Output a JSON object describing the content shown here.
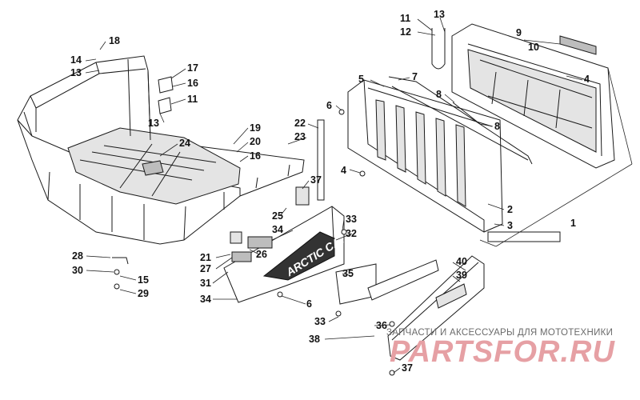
{
  "callouts": [
    {
      "id": "c11a",
      "text": "11"
    },
    {
      "id": "c13a",
      "text": "13"
    },
    {
      "id": "c12",
      "text": "12"
    },
    {
      "id": "c9",
      "text": "9"
    },
    {
      "id": "c10",
      "text": "10"
    },
    {
      "id": "c4a",
      "text": "4"
    },
    {
      "id": "c7",
      "text": "7"
    },
    {
      "id": "c5",
      "text": "5"
    },
    {
      "id": "c8a",
      "text": "8"
    },
    {
      "id": "c8b",
      "text": "8"
    },
    {
      "id": "c6a",
      "text": "6"
    },
    {
      "id": "c4b",
      "text": "4"
    },
    {
      "id": "c2",
      "text": "2"
    },
    {
      "id": "c3",
      "text": "3"
    },
    {
      "id": "c1",
      "text": "1"
    },
    {
      "id": "c18",
      "text": "18"
    },
    {
      "id": "c14",
      "text": "14"
    },
    {
      "id": "c13b",
      "text": "13"
    },
    {
      "id": "c17",
      "text": "17"
    },
    {
      "id": "c16a",
      "text": "16"
    },
    {
      "id": "c11b",
      "text": "11"
    },
    {
      "id": "c13c",
      "text": "13"
    },
    {
      "id": "c24",
      "text": "24"
    },
    {
      "id": "c19",
      "text": "19"
    },
    {
      "id": "c20",
      "text": "20"
    },
    {
      "id": "c16b",
      "text": "16"
    },
    {
      "id": "c22",
      "text": "22"
    },
    {
      "id": "c23",
      "text": "23"
    },
    {
      "id": "c37a",
      "text": "37"
    },
    {
      "id": "c25",
      "text": "25"
    },
    {
      "id": "c34a",
      "text": "34"
    },
    {
      "id": "c33a",
      "text": "33"
    },
    {
      "id": "c32",
      "text": "32"
    },
    {
      "id": "c26",
      "text": "26"
    },
    {
      "id": "c21",
      "text": "21"
    },
    {
      "id": "c27",
      "text": "27"
    },
    {
      "id": "c31",
      "text": "31"
    },
    {
      "id": "c34b",
      "text": "34"
    },
    {
      "id": "c28",
      "text": "28"
    },
    {
      "id": "c30",
      "text": "30"
    },
    {
      "id": "c15",
      "text": "15"
    },
    {
      "id": "c29",
      "text": "29"
    },
    {
      "id": "c35",
      "text": "35"
    },
    {
      "id": "c6b",
      "text": "6"
    },
    {
      "id": "c33b",
      "text": "33"
    },
    {
      "id": "c36",
      "text": "36"
    },
    {
      "id": "c38",
      "text": "38"
    },
    {
      "id": "c40",
      "text": "40"
    },
    {
      "id": "c39",
      "text": "39"
    },
    {
      "id": "c37b",
      "text": "37"
    }
  ],
  "decal": {
    "brand": "ARCTIC CAT"
  },
  "watermark": {
    "tagline": "ЗАПЧАСТИ И АКСЕССУАРЫ ДЛЯ МОТОТЕХНИКИ",
    "site": "PARTSFOR.RU"
  }
}
